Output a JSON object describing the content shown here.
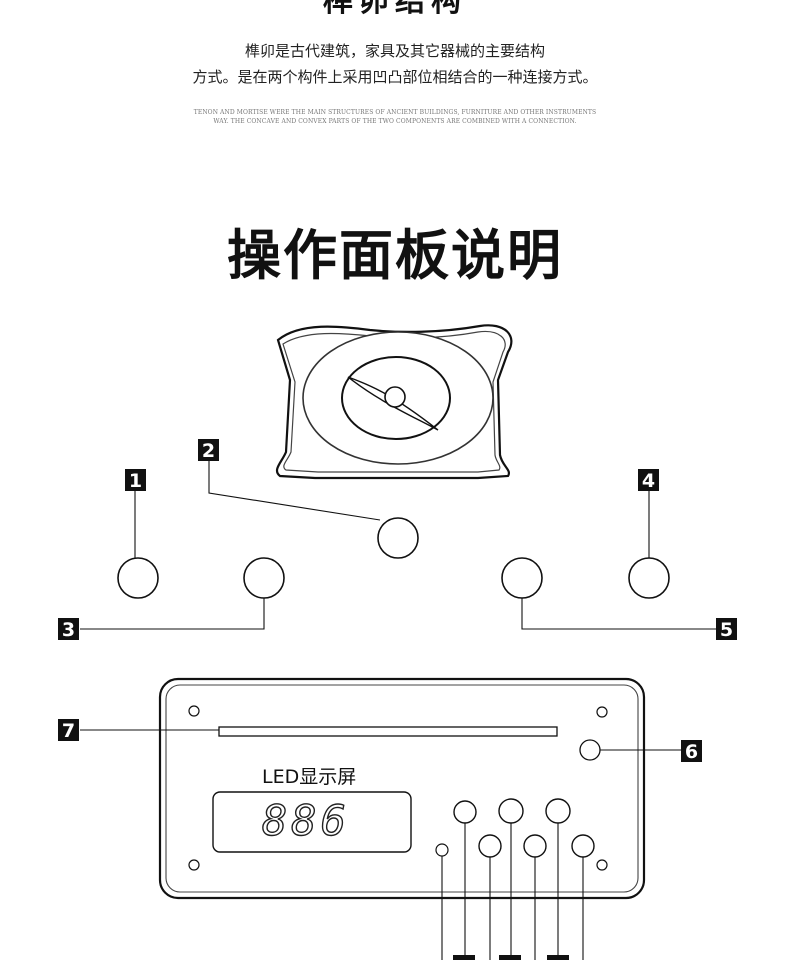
{
  "header": {
    "title": "榫卯结构",
    "intro_line1": "榫卯是古代建筑，家具及其它器械的主要结构",
    "intro_line2": "方式。是在两个构件上采用凹凸部位相结合的一种连接方式。",
    "intro_en_line1": "TENON AND MORTISE WERE THE MAIN STRUCTURES OF ANCIENT BUILDINGS, FURNITURE AND OTHER INSTRUMENTS",
    "intro_en_line2": "WAY. THE CONCAVE AND CONVEX PARTS OF THE TWO COMPONENTS ARE COMBINED WITH A CONNECTION."
  },
  "section": {
    "title": "操作面板说明"
  },
  "top_panel": {
    "labels": {
      "knob_1": "1",
      "knob_2": "2",
      "knob_3": "3",
      "knob_4": "4",
      "knob_5": "5"
    }
  },
  "front_panel": {
    "led_label": "LED显示屏",
    "led_value": "886",
    "labels": {
      "slot": "7",
      "indicator": "6"
    }
  },
  "colors": {
    "line": "#111111",
    "badge": "#111111",
    "badge_text": "#ffffff",
    "background": "#ffffff"
  }
}
